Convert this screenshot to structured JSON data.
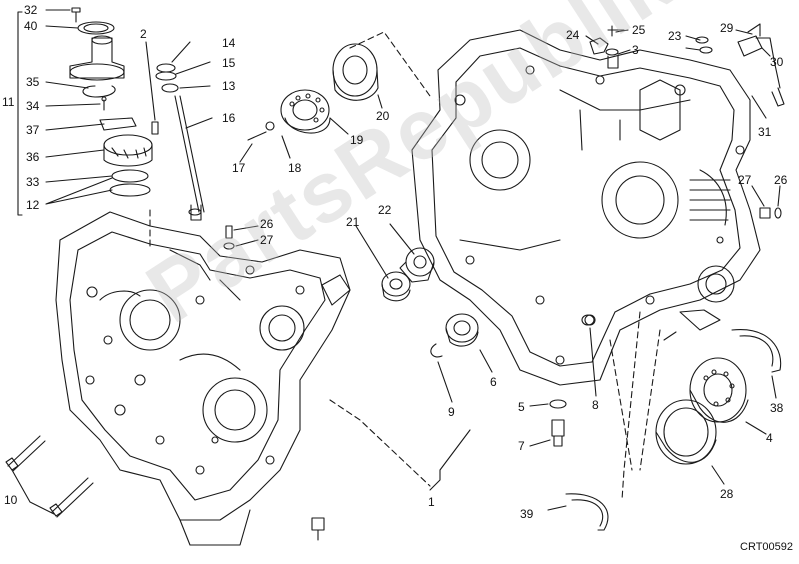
{
  "watermark": "PartsRepublik",
  "reference_code": "CRT00592",
  "callouts": [
    "1",
    "2",
    "3",
    "4",
    "5",
    "6",
    "7",
    "8",
    "9",
    "10",
    "11",
    "12",
    "13",
    "14",
    "15",
    "16",
    "17",
    "18",
    "19",
    "20",
    "21",
    "22",
    "23",
    "24",
    "25",
    "26",
    "27",
    "28",
    "29",
    "30",
    "31",
    "32",
    "33",
    "34",
    "35",
    "36",
    "37",
    "38",
    "39",
    "40"
  ]
}
